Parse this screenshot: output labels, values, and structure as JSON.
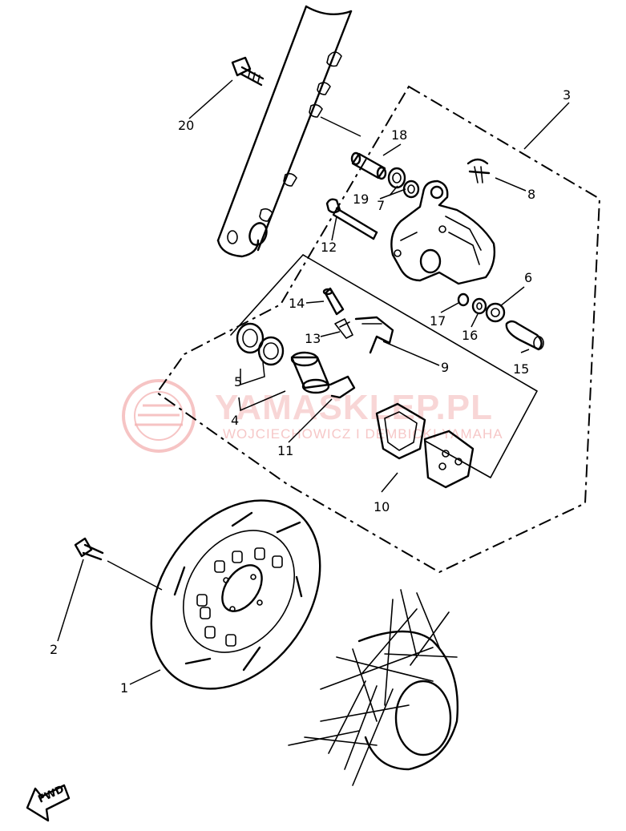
{
  "watermark": {
    "line1": "YAMASKLEP.PL",
    "line2": "WOJCIECHOWICZ I DEMBICKI YAMAHA",
    "color": "#f4b5b5"
  },
  "fwd_label": "FWD",
  "callouts": {
    "c1": "1",
    "c2": "2",
    "c3": "3",
    "c4": "4",
    "c5": "5",
    "c6": "6",
    "c7": "7",
    "c8": "8",
    "c9": "9",
    "c10": "10",
    "c11": "11",
    "c12": "12",
    "c13": "13",
    "c14": "14",
    "c15": "15",
    "c16": "16",
    "c17": "17",
    "c18": "18",
    "c19": "19",
    "c20": "20"
  }
}
